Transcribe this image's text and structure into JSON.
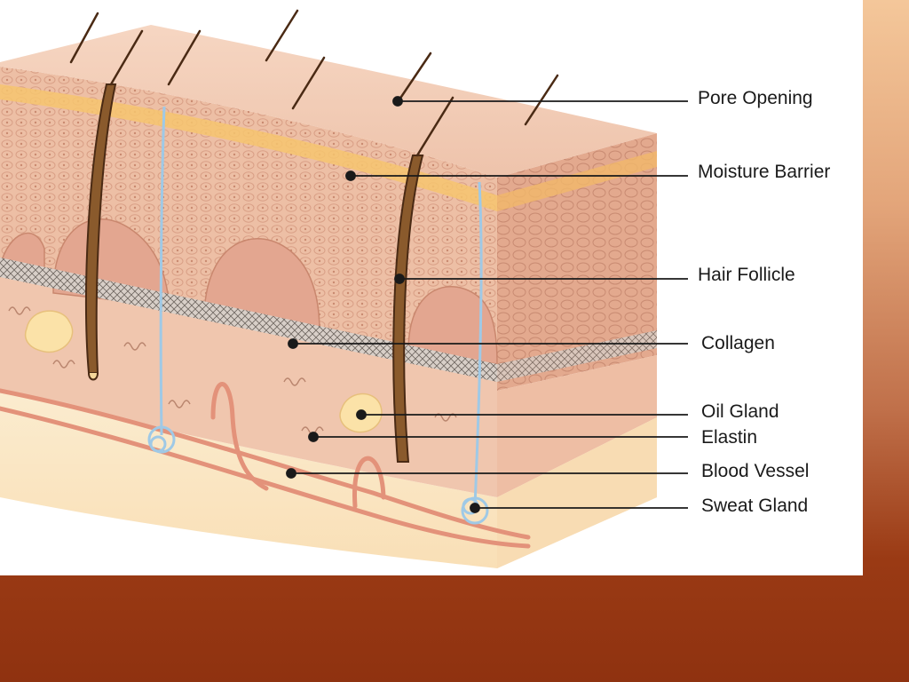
{
  "diagram": {
    "labels": [
      {
        "id": "pore-opening",
        "text": "Pore Opening"
      },
      {
        "id": "moisture-barrier",
        "text": "Moisture Barrier"
      },
      {
        "id": "hair-follicle",
        "text": "Hair Follicle"
      },
      {
        "id": "collagen",
        "text": "Collagen"
      },
      {
        "id": "oil-gland",
        "text": "Oil Gland"
      },
      {
        "id": "elastin",
        "text": "Elastin"
      },
      {
        "id": "blood-vessel",
        "text": "Blood Vessel"
      },
      {
        "id": "sweat-gland",
        "text": "Sweat Gland"
      }
    ]
  },
  "colors": {
    "skin_top": "#f2cdb6",
    "epidermis": "#e9b39a",
    "dermis": "#f0c2aa",
    "fat_layer": "#fbe6c6",
    "hair": "#4a2a14",
    "vessel": "#e3927a",
    "sweat_duct": "#9fc9e6",
    "background_bottom": "#8f3210"
  }
}
